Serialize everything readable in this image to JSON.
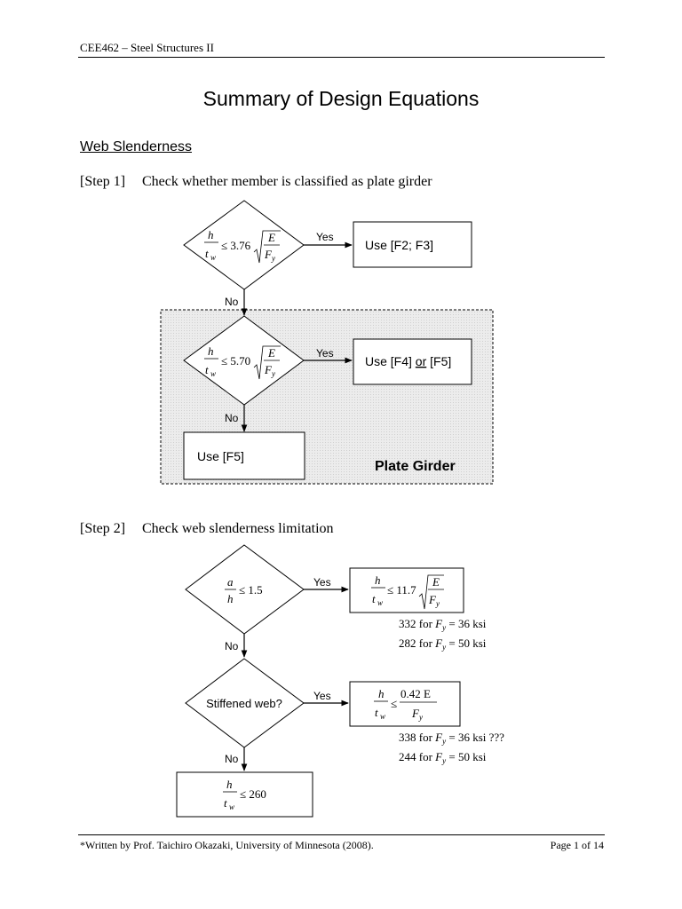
{
  "header": {
    "course": "CEE462 – Steel Structures II"
  },
  "title": "Summary of Design Equations",
  "section": "Web Slenderness",
  "step1": {
    "label": "[Step 1]",
    "text": "Check whether member is classified as plate girder",
    "decision1": {
      "lhs_num": "h",
      "lhs_den": "t",
      "lhs_sub": "w",
      "op": "≤ 3.76",
      "rad_num": "E",
      "rad_den": "F",
      "rad_sub": "y"
    },
    "yes": "Yes",
    "result1": "Use [F2; F3]",
    "no": "No",
    "decision2": {
      "lhs_num": "h",
      "lhs_den": "t",
      "lhs_sub": "w",
      "op": "≤ 5.70",
      "rad_num": "E",
      "rad_den": "F",
      "rad_sub": "y"
    },
    "yes2": "Yes",
    "result2_pre": "Use [F4] ",
    "result2_or": "or",
    "result2_post": " [F5]",
    "no2": "No",
    "result3": "Use [F5]",
    "region_label": "Plate Girder"
  },
  "step2": {
    "label": "[Step 2]",
    "text": "Check web slenderness limitation",
    "decision1": {
      "num": "a",
      "den": "h",
      "op": "≤ 1.5"
    },
    "yes1": "Yes",
    "result1": {
      "lhs_num": "h",
      "lhs_den": "t",
      "lhs_sub": "w",
      "op": "≤ 11.7",
      "rad_num": "E",
      "rad_den": "F",
      "rad_sub": "y"
    },
    "note1a": {
      "value": "332 for ",
      "sym": "F",
      "sub": "y",
      "rest": " = 36 ksi"
    },
    "note1b": {
      "value": "282 for ",
      "sym": "F",
      "sub": "y",
      "rest": " = 50 ksi"
    },
    "no1": "No",
    "decision2": "Stiffened web?",
    "yes2": "Yes",
    "result2": {
      "lhs_num": "h",
      "lhs_den": "t",
      "lhs_sub": "w",
      "op": "≤",
      "rhs_num": "0.42 E",
      "rhs_den": "F",
      "rhs_sub": "y"
    },
    "note2a": {
      "value": "338 for ",
      "sym": "F",
      "sub": "y",
      "rest": " = 36 ksi ???"
    },
    "note2b": {
      "value": "244 for ",
      "sym": "F",
      "sub": "y",
      "rest": " = 50 ksi"
    },
    "no2": "No",
    "result3": {
      "lhs_num": "h",
      "lhs_den": "t",
      "lhs_sub": "w",
      "op": "≤ 260"
    }
  },
  "footer": {
    "credit": "*Written by Prof. Taichiro Okazaki, University of Minnesota (2008).",
    "page": "Page 1 of 14"
  }
}
